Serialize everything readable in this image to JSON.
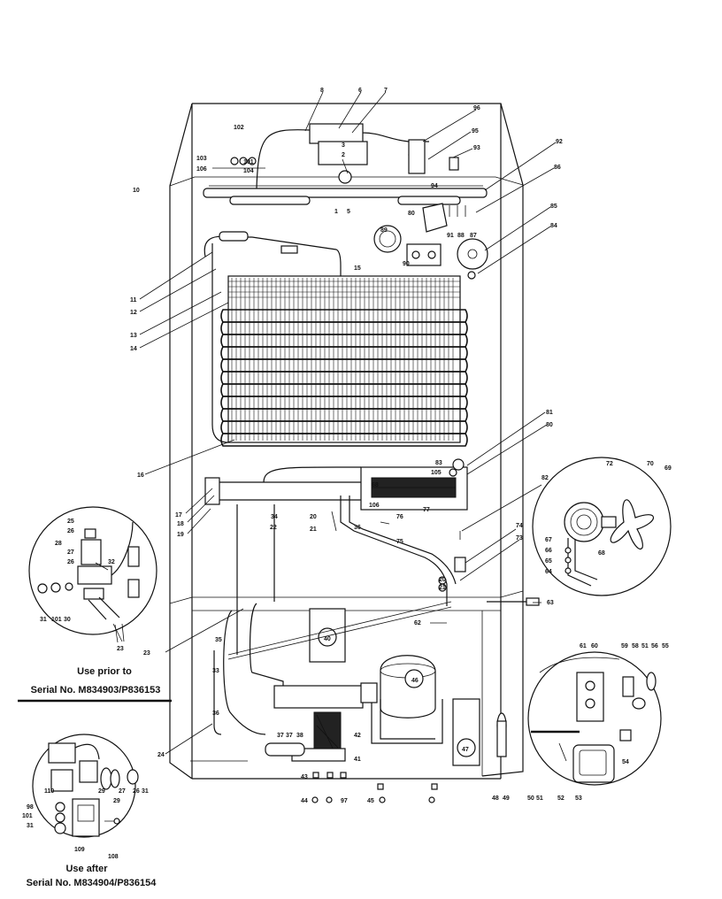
{
  "captions": {
    "prior_line1": "Use prior to",
    "prior_line2": "Serial No. M834903/P836153",
    "after_line1": "Use after",
    "after_line2": "Serial No. M834904/P836154"
  },
  "callouts": {
    "c1": "1",
    "c2": "2",
    "c3": "3",
    "c5": "5",
    "c6": "6",
    "c7": "7",
    "c8": "8",
    "c10": "10",
    "c11": "11",
    "c12": "12",
    "c13": "13",
    "c14": "14",
    "c15": "15",
    "c16": "16",
    "c17": "17",
    "c18": "18",
    "c19": "19",
    "c20": "20",
    "c21": "21",
    "c22": "22",
    "c23": "23",
    "c24": "24",
    "c25": "25",
    "c26": "26",
    "c27": "27",
    "c28": "28",
    "c29": "29",
    "c30": "30",
    "c31": "31",
    "c32": "32",
    "c33": "33",
    "c34": "34",
    "c35": "35",
    "c36": "36",
    "c37": "37",
    "c38": "38",
    "c40": "40",
    "c41": "41",
    "c42": "42",
    "c43": "43",
    "c44": "44",
    "c45": "45",
    "c46": "46",
    "c47": "47",
    "c48": "48",
    "c49": "49",
    "c50": "50",
    "c51": "51",
    "c52": "52",
    "c53": "53",
    "c54": "54",
    "c55": "55",
    "c56": "56",
    "c58": "58",
    "c59": "59",
    "c60": "60",
    "c61": "61",
    "c62": "62",
    "c63": "63",
    "c64": "64",
    "c65": "65",
    "c66": "66",
    "c67": "67",
    "c68": "68",
    "c69": "69",
    "c70": "70",
    "c72": "72",
    "c73": "73",
    "c74": "74",
    "c75": "75",
    "c76": "76",
    "c77": "77",
    "c78": "78",
    "c80": "80",
    "c81": "81",
    "c82": "82",
    "c83": "83",
    "c84": "84",
    "c85": "85",
    "c86": "86",
    "c87": "87",
    "c88": "88",
    "c89": "89",
    "c90": "90",
    "c91": "91",
    "c92": "92",
    "c93": "93",
    "c94": "94",
    "c95": "95",
    "c96": "96",
    "c97": "97",
    "c98": "98",
    "c100": "100",
    "c101": "101",
    "c102": "102",
    "c103": "103",
    "c104": "104",
    "c105": "105",
    "c106": "106",
    "c108": "108",
    "c109": "109",
    "c110": "110"
  }
}
